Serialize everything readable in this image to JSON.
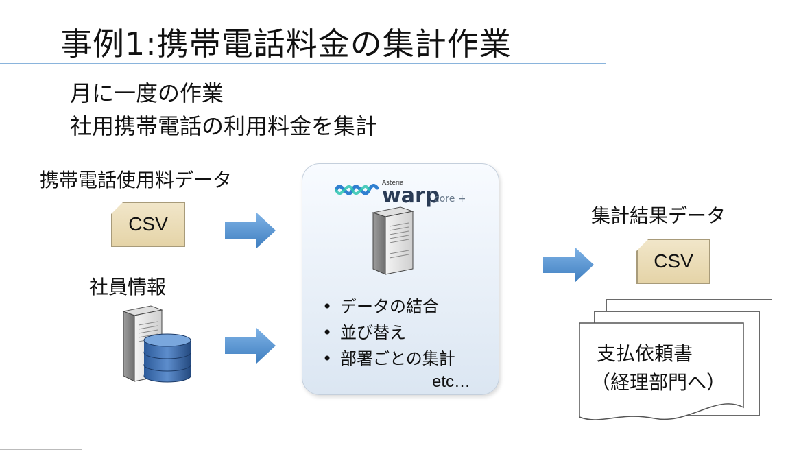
{
  "slide": {
    "title": "事例1:携帯電話料金の集計作業",
    "subtitle_line1": "月に一度の作業",
    "subtitle_line2": "社用携帯電話の利用料金を集計"
  },
  "inputs": {
    "phone_usage_label": "携帯電話使用料データ",
    "phone_usage_file": "CSV",
    "employee_info_label": "社員情報"
  },
  "processor": {
    "brand_small": "Asteria",
    "brand_name": "warp",
    "brand_suffix": "core +",
    "tasks": [
      "データの結合",
      "並び替え",
      "部署ごとの集計"
    ],
    "etc": "etc…",
    "bullet_symbol": "•"
  },
  "outputs": {
    "result_label": "集計結果データ",
    "result_file": "CSV",
    "document_line1": "支払依頼書",
    "document_line2": "（経理部門へ）"
  },
  "colors": {
    "title_rule": "#8ab4dc",
    "arrow": "#4f8fcd",
    "csv_fill": "#e9dab3",
    "panel_top": "#f8fbff",
    "panel_bottom": "#dbe6f2",
    "logo_blue": "#2f7fd0",
    "logo_teal": "#2ec4b0"
  }
}
